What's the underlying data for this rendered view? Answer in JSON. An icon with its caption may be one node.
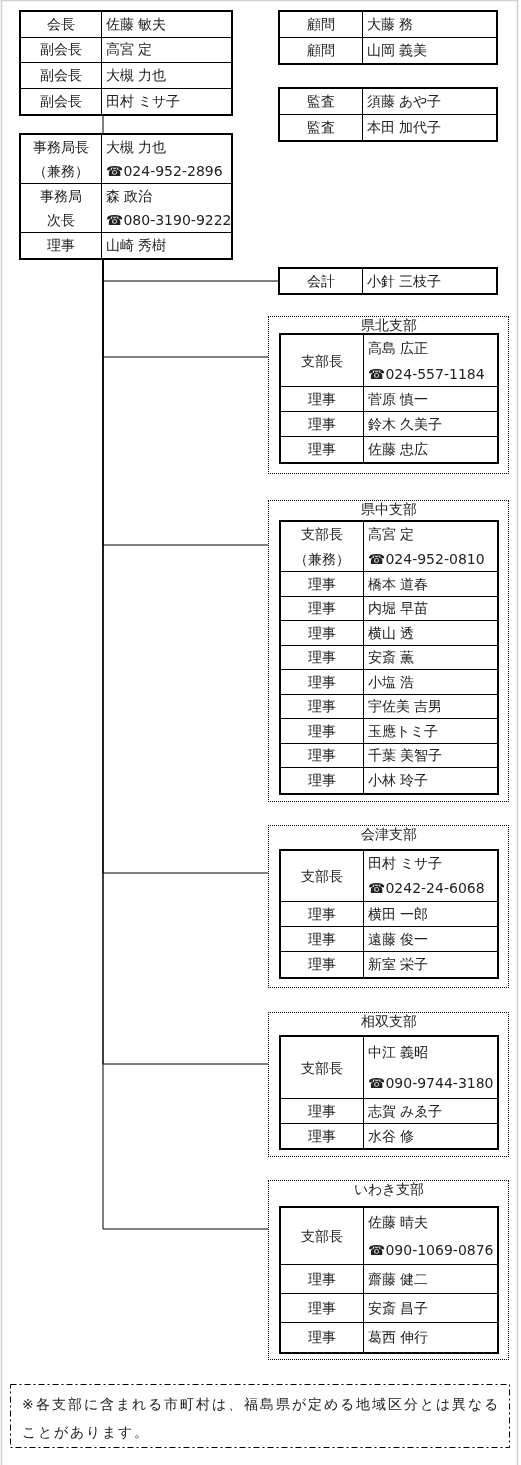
{
  "diagram": {
    "nodes": [
      {
        "text": [],
        "shape": "box"
      },
      {
        "text": [
          "会長"
        ],
        "in": 0
      },
      {
        "text": [
          "佐藤 敏夫"
        ],
        "in": 0
      },
      {
        "text": [
          "副会長"
        ],
        "in": 0
      },
      {
        "text": [
          "高宮 定"
        ],
        "in": 0
      },
      {
        "text": [
          "副会長"
        ],
        "in": 0
      },
      {
        "text": [
          "大槻 力也"
        ],
        "in": 0
      },
      {
        "text": [
          "副会長"
        ],
        "in": 0
      },
      {
        "text": [
          "田村 ミサ子"
        ],
        "in": 0
      },
      {
        "text": [],
        "shape": "box"
      },
      {
        "text": [
          "顧問"
        ],
        "in": 9
      },
      {
        "text": [
          "大藤 務"
        ],
        "in": 9
      },
      {
        "text": [
          "顧問"
        ],
        "in": 9
      },
      {
        "text": [
          "山岡 義美"
        ],
        "in": 9
      },
      {
        "text": [],
        "shape": "box"
      },
      {
        "text": [
          "監査"
        ],
        "in": 14
      },
      {
        "text": [
          "須藤 あや子"
        ],
        "in": 14
      },
      {
        "text": [
          "監査"
        ],
        "in": 14
      },
      {
        "text": [
          "本田 加代子"
        ],
        "in": 14
      },
      {
        "text": [],
        "shape": "box"
      },
      {
        "text": [
          "事務局長",
          "（兼務）"
        ],
        "in": 19
      },
      {
        "text": [
          "大槻 力也",
          "☎024-952-2896"
        ],
        "in": 19
      },
      {
        "text": [
          "事務局",
          "次長"
        ],
        "in": 19
      },
      {
        "text": [
          "森 政治",
          "☎080-3190-9222"
        ],
        "in": 19
      },
      {
        "text": [
          "理事"
        ],
        "in": 19
      },
      {
        "text": [
          "山崎 秀樹"
        ],
        "in": 19
      },
      {
        "text": [],
        "shape": "box"
      },
      {
        "text": [
          "会計"
        ],
        "in": 26
      },
      {
        "text": [
          "小針 三枝子"
        ],
        "in": 26
      },
      {
        "text": [
          "県北支部"
        ]
      },
      {
        "text": [],
        "shape": "box",
        "in": 29
      },
      {
        "text": [
          "支部長"
        ],
        "in": 30
      },
      {
        "text": [
          "高島 広正",
          "☎024-557-1184"
        ],
        "in": 30
      },
      {
        "text": [
          "理事"
        ],
        "in": 30
      },
      {
        "text": [
          "菅原 慎一"
        ],
        "in": 30
      },
      {
        "text": [
          "理事"
        ],
        "in": 30
      },
      {
        "text": [
          "鈴木 久美子"
        ],
        "in": 30
      },
      {
        "text": [
          "理事"
        ],
        "in": 30
      },
      {
        "text": [
          "佐藤 忠広"
        ],
        "in": 30
      },
      {
        "text": [
          "県中支部"
        ]
      },
      {
        "text": [],
        "shape": "box",
        "in": 39
      },
      {
        "text": [
          "支部長",
          "（兼務）"
        ],
        "in": 40
      },
      {
        "text": [
          "高宮 定",
          "☎024-952-0810"
        ],
        "in": 40
      },
      {
        "text": [
          "理事"
        ],
        "in": 40
      },
      {
        "text": [
          "橋本 道春"
        ],
        "in": 40
      },
      {
        "text": [
          "理事"
        ],
        "in": 40
      },
      {
        "text": [
          "内堀 早苗"
        ],
        "in": 40
      },
      {
        "text": [
          "理事"
        ],
        "in": 40
      },
      {
        "text": [
          "横山 透"
        ],
        "in": 40
      },
      {
        "text": [
          "理事"
        ],
        "in": 40
      },
      {
        "text": [
          "安斎 薫"
        ],
        "in": 40
      },
      {
        "text": [
          "理事"
        ],
        "in": 40
      },
      {
        "text": [
          "小塩 浩"
        ],
        "in": 40
      },
      {
        "text": [
          "理事"
        ],
        "in": 40
      },
      {
        "text": [
          "宇佐美 吉男"
        ],
        "in": 40
      },
      {
        "text": [
          "理事"
        ],
        "in": 40
      },
      {
        "text": [
          "玉應トミ子"
        ],
        "in": 40
      },
      {
        "text": [
          "理事"
        ],
        "in": 40
      },
      {
        "text": [
          "千葉 美智子"
        ],
        "in": 40
      },
      {
        "text": [
          "理事"
        ],
        "in": 40
      },
      {
        "text": [
          "小林 玲子"
        ],
        "in": 40
      },
      {
        "text": [
          "会津支部"
        ]
      },
      {
        "text": [],
        "shape": "box",
        "in": 61
      },
      {
        "text": [
          "支部長"
        ],
        "in": 62
      },
      {
        "text": [
          "田村 ミサ子",
          "☎0242-24-6068"
        ],
        "in": 62
      },
      {
        "text": [
          "理事"
        ],
        "in": 62
      },
      {
        "text": [
          "横田 一郎"
        ],
        "in": 62
      },
      {
        "text": [
          "理事"
        ],
        "in": 62
      },
      {
        "text": [
          "遠藤 俊一"
        ],
        "in": 62
      },
      {
        "text": [
          "理事"
        ],
        "in": 62
      },
      {
        "text": [
          "新室 栄子"
        ],
        "in": 62
      },
      {
        "text": [
          "相双支部"
        ]
      },
      {
        "text": [],
        "shape": "box",
        "in": 71
      },
      {
        "text": [
          "支部長"
        ],
        "in": 72
      },
      {
        "text": [
          "中江 義昭",
          "☎090-9744-3180"
        ],
        "in": 72
      },
      {
        "text": [
          "理事"
        ],
        "in": 72
      },
      {
        "text": [
          "志賀 みゑ子"
        ],
        "in": 72
      },
      {
        "text": [
          "理事"
        ],
        "in": 72
      },
      {
        "text": [
          "水谷 修"
        ],
        "in": 72
      },
      {
        "text": [
          "いわき支部"
        ]
      },
      {
        "text": [],
        "shape": "box",
        "in": 79
      },
      {
        "text": [
          "支部長"
        ],
        "in": 80
      },
      {
        "text": [
          "佐藤 晴夫",
          "☎090-1069-0876"
        ],
        "in": 80
      },
      {
        "text": [
          "理事"
        ],
        "in": 80
      },
      {
        "text": [
          "齋藤 健二"
        ],
        "in": 80
      },
      {
        "text": [
          "理事"
        ],
        "in": 80
      },
      {
        "text": [
          "安斎 昌子"
        ],
        "in": 80
      },
      {
        "text": [
          "理事"
        ],
        "in": 80
      },
      {
        "text": [
          "葛西 伸行"
        ],
        "in": 80
      },
      {
        "text": [
          "※各支部に含まれる市町村は、福島県が定める地域区分とは異なることがあります。"
        ]
      }
    ],
    "edges": [
      {
        "from": 0,
        "to": 19,
        "arrow": "none"
      },
      {
        "from": 19,
        "to": 26,
        "arrow": "none"
      },
      {
        "from": 19,
        "to": 29,
        "arrow": "none"
      },
      {
        "from": 19,
        "to": 39,
        "arrow": "none"
      },
      {
        "from": 19,
        "to": 61,
        "arrow": "none"
      },
      {
        "from": 19,
        "to": 71,
        "arrow": "none"
      },
      {
        "from": 19,
        "to": 79,
        "arrow": "none"
      }
    ]
  }
}
